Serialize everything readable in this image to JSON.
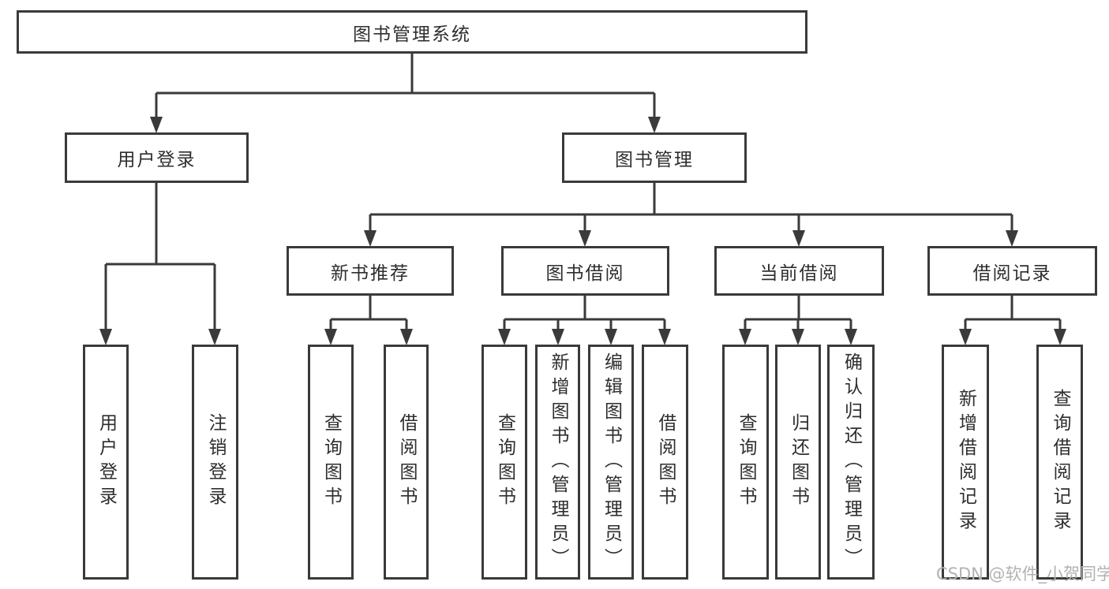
{
  "diagram": {
    "title": "图书管理系统",
    "tree": {
      "root": {
        "label": "图书管理系统"
      },
      "level2": [
        {
          "label": "用户登录",
          "children": [
            {
              "label": "用户登录"
            },
            {
              "label": "注销登录"
            }
          ]
        },
        {
          "label": "图书管理",
          "children": [
            {
              "label": "新书推荐",
              "children": [
                {
                  "label": "查询图书"
                },
                {
                  "label": "借阅图书"
                }
              ]
            },
            {
              "label": "图书借阅",
              "children": [
                {
                  "label": "查询图书"
                },
                {
                  "label": "新增图书（管理员）"
                },
                {
                  "label": "编辑图书（管理员）"
                },
                {
                  "label": "借阅图书"
                }
              ]
            },
            {
              "label": "当前借阅",
              "children": [
                {
                  "label": "查询图书"
                },
                {
                  "label": "归还图书"
                },
                {
                  "label": "确认归还（管理员）"
                }
              ]
            },
            {
              "label": "借阅记录",
              "children": [
                {
                  "label": "新增借阅记录"
                },
                {
                  "label": "查询借阅记录"
                }
              ]
            }
          ]
        }
      ]
    },
    "watermark": "CSDN @软件_小贺同学",
    "colors": {
      "line": "#3a3a3a",
      "box_border": "#3a3a3a",
      "box_fill": "#ffffff",
      "text": "#2e2e2e",
      "watermark": "#b2b2b2",
      "background": "#ffffff"
    }
  }
}
